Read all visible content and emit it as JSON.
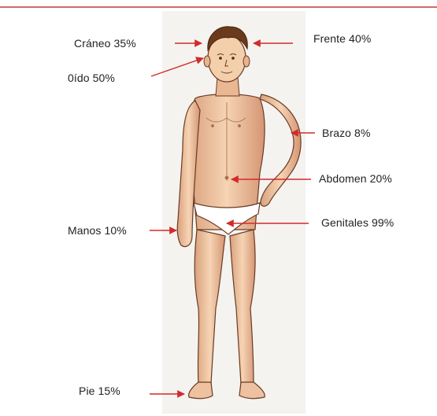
{
  "labels": {
    "craneo": "Cráneo 35%",
    "oido": "0ído 50%",
    "frente": "Frente  40%",
    "brazo": "Brazo 8%",
    "abdomen": "Abdomen 20%",
    "manos": "Manos 10%",
    "genitales": "Genitales 99%",
    "pie": "Pie 15%"
  },
  "colors": {
    "arrow": "#d22b2b",
    "skin": "#f1cba8",
    "skin_shadow": "#c98a66",
    "hair": "#6b3a1c",
    "outline": "#6a3a22",
    "underwear": "#ffffff",
    "top_rule": "#d46a6a"
  }
}
